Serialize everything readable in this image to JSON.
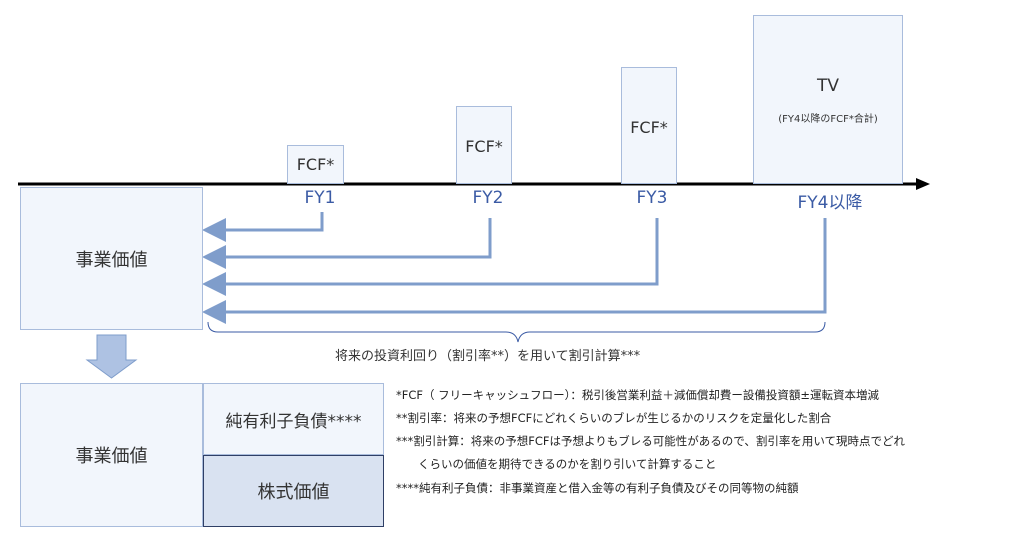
{
  "timeline": {
    "bars": [
      {
        "label": "FCF*"
      },
      {
        "label": "FCF*"
      },
      {
        "label": "FCF*"
      },
      {
        "label": "TV",
        "sublabel": "(FY4以降のFCF*合計)"
      }
    ],
    "years": [
      "FY1",
      "FY2",
      "FY3",
      "FY4以降"
    ]
  },
  "enterprise_value_top": "事業価値",
  "brace_caption": "将来の投資利回り（割引率**）を用いて割引計算***",
  "bottom": {
    "enterprise_value": "事業価値",
    "net_debt": "純有利子負債****",
    "equity_value": "株式価値"
  },
  "notes": [
    "*FCF（ フリーキャッシュフロー）：税引後営業利益＋減価償却費ー設備投資額±運転資本増減",
    "**割引率：将来の予想FCFにどれくらいのブレが生じるかのリスクを定量化した割合",
    "***割引計算：将来の予想FCFは予想よりもブレる可能性があるので、割引率を用いて現時点でどれ",
    "くらいの価値を期待できるのかを割り引いて計算すること",
    "****純有利子負債：非事業資産と借入金等の有利子負債及びその同等物の純額"
  ],
  "colors": {
    "accent": "#3b5ba5",
    "arrow": "#7f9dcb",
    "box_fill": "#f2f6fc",
    "equity_fill": "#d9e2f1"
  }
}
